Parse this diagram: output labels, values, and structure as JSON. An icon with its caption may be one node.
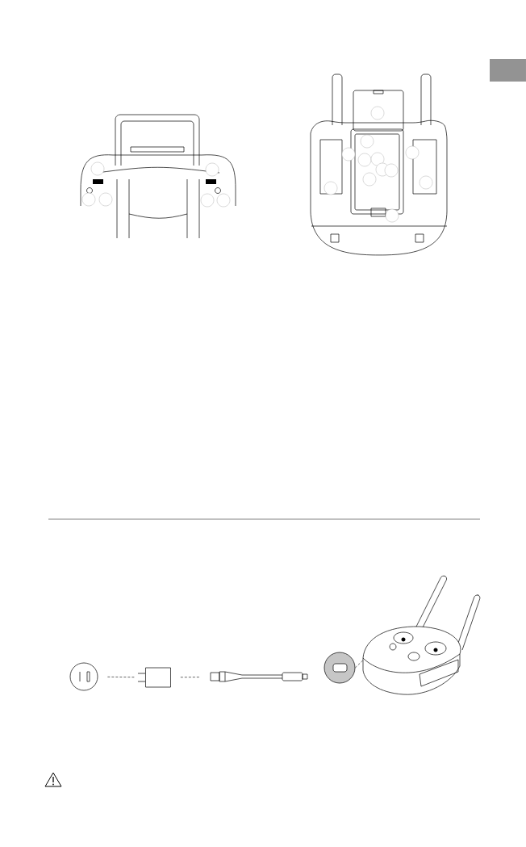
{
  "diagram": {
    "nodes": [
      {
        "text": [],
        "shape": "circle"
      },
      {
        "text": [],
        "shape": "box"
      },
      {
        "text": [],
        "shape": "picture"
      },
      {
        "text": [],
        "shape": "circle"
      },
      {
        "text": [],
        "shape": "picture"
      }
    ],
    "edges": [
      {
        "from": 0,
        "to": 1,
        "arrow": "none",
        "style": "dashed"
      },
      {
        "from": 1,
        "to": 2,
        "arrow": "none",
        "style": "dashed"
      },
      {
        "from": 3,
        "to": 4,
        "arrow": "none",
        "style": "dashed"
      }
    ]
  }
}
